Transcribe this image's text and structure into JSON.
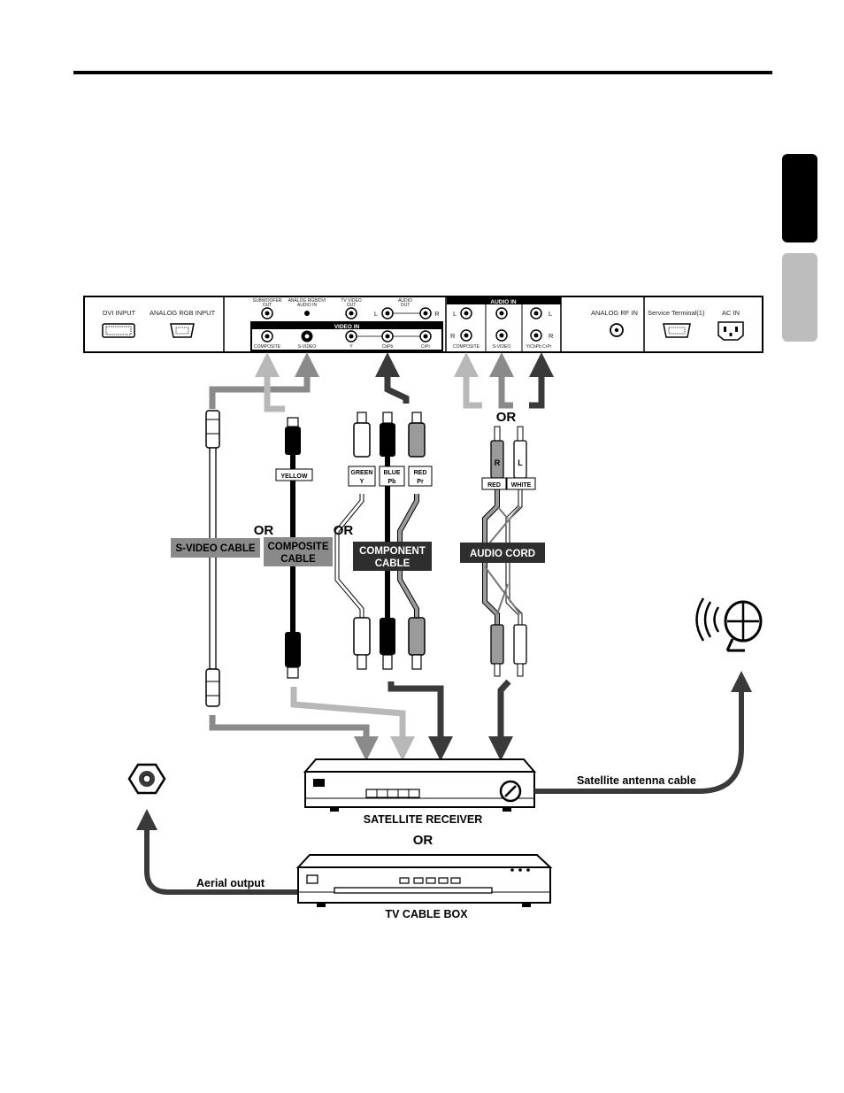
{
  "panel": {
    "dvi_input": "DVI INPUT",
    "analog_rgb_input": "ANALOG RGB INPUT",
    "subwoofer_out": [
      "SUBWOOFER",
      "OUT"
    ],
    "analog_rgb_dvi_audio_in": [
      "ANALOG RGB/DVI",
      "AUDIO IN"
    ],
    "tv_video_out": [
      "TV VIDEO",
      "OUT"
    ],
    "audio_out": [
      "AUDIO",
      "OUT"
    ],
    "video_in": "VIDEO IN",
    "audio_in": "AUDIO IN",
    "composite": "COMPOSITE",
    "s_video": "S-VIDEO",
    "y": "Y",
    "cb_pb": "CbPb",
    "cr_pr": "CrPr",
    "y_cbpb_crpr": "Y/CbPb CrPr",
    "left": "L",
    "right": "R",
    "analog_rf_in": "ANALOG RF IN",
    "service_terminal": "Service Terminal(1)",
    "ac_in": "AC IN"
  },
  "or_labels": [
    "OR",
    "OR",
    "OR",
    "OR"
  ],
  "cables": {
    "s_video": "S-VIDEO CABLE",
    "composite": [
      "COMPOSITE",
      "CABLE"
    ],
    "component": [
      "COMPONENT",
      "CABLE"
    ],
    "audio": "AUDIO CORD"
  },
  "plug_tags": {
    "yellow": "YELLOW",
    "green": [
      "GREEN",
      "Y"
    ],
    "blue": [
      "BLUE",
      "Pb"
    ],
    "red": [
      "RED",
      "Pr"
    ],
    "audio_red": "RED",
    "audio_white": "WHITE",
    "r": "R",
    "l": "L"
  },
  "devices": {
    "satellite_receiver": "SATELLITE RECEIVER",
    "tv_cable_box": "TV CABLE BOX",
    "satellite_antenna_cable": "Satellite antenna cable",
    "aerial_output": "Aerial output"
  },
  "colors": {
    "dark": "#3a3a3a",
    "mid": "#8a8a8a",
    "light": "#b8b8b8",
    "tab_dark": "#000000",
    "tab_light": "#bdbdbd"
  }
}
